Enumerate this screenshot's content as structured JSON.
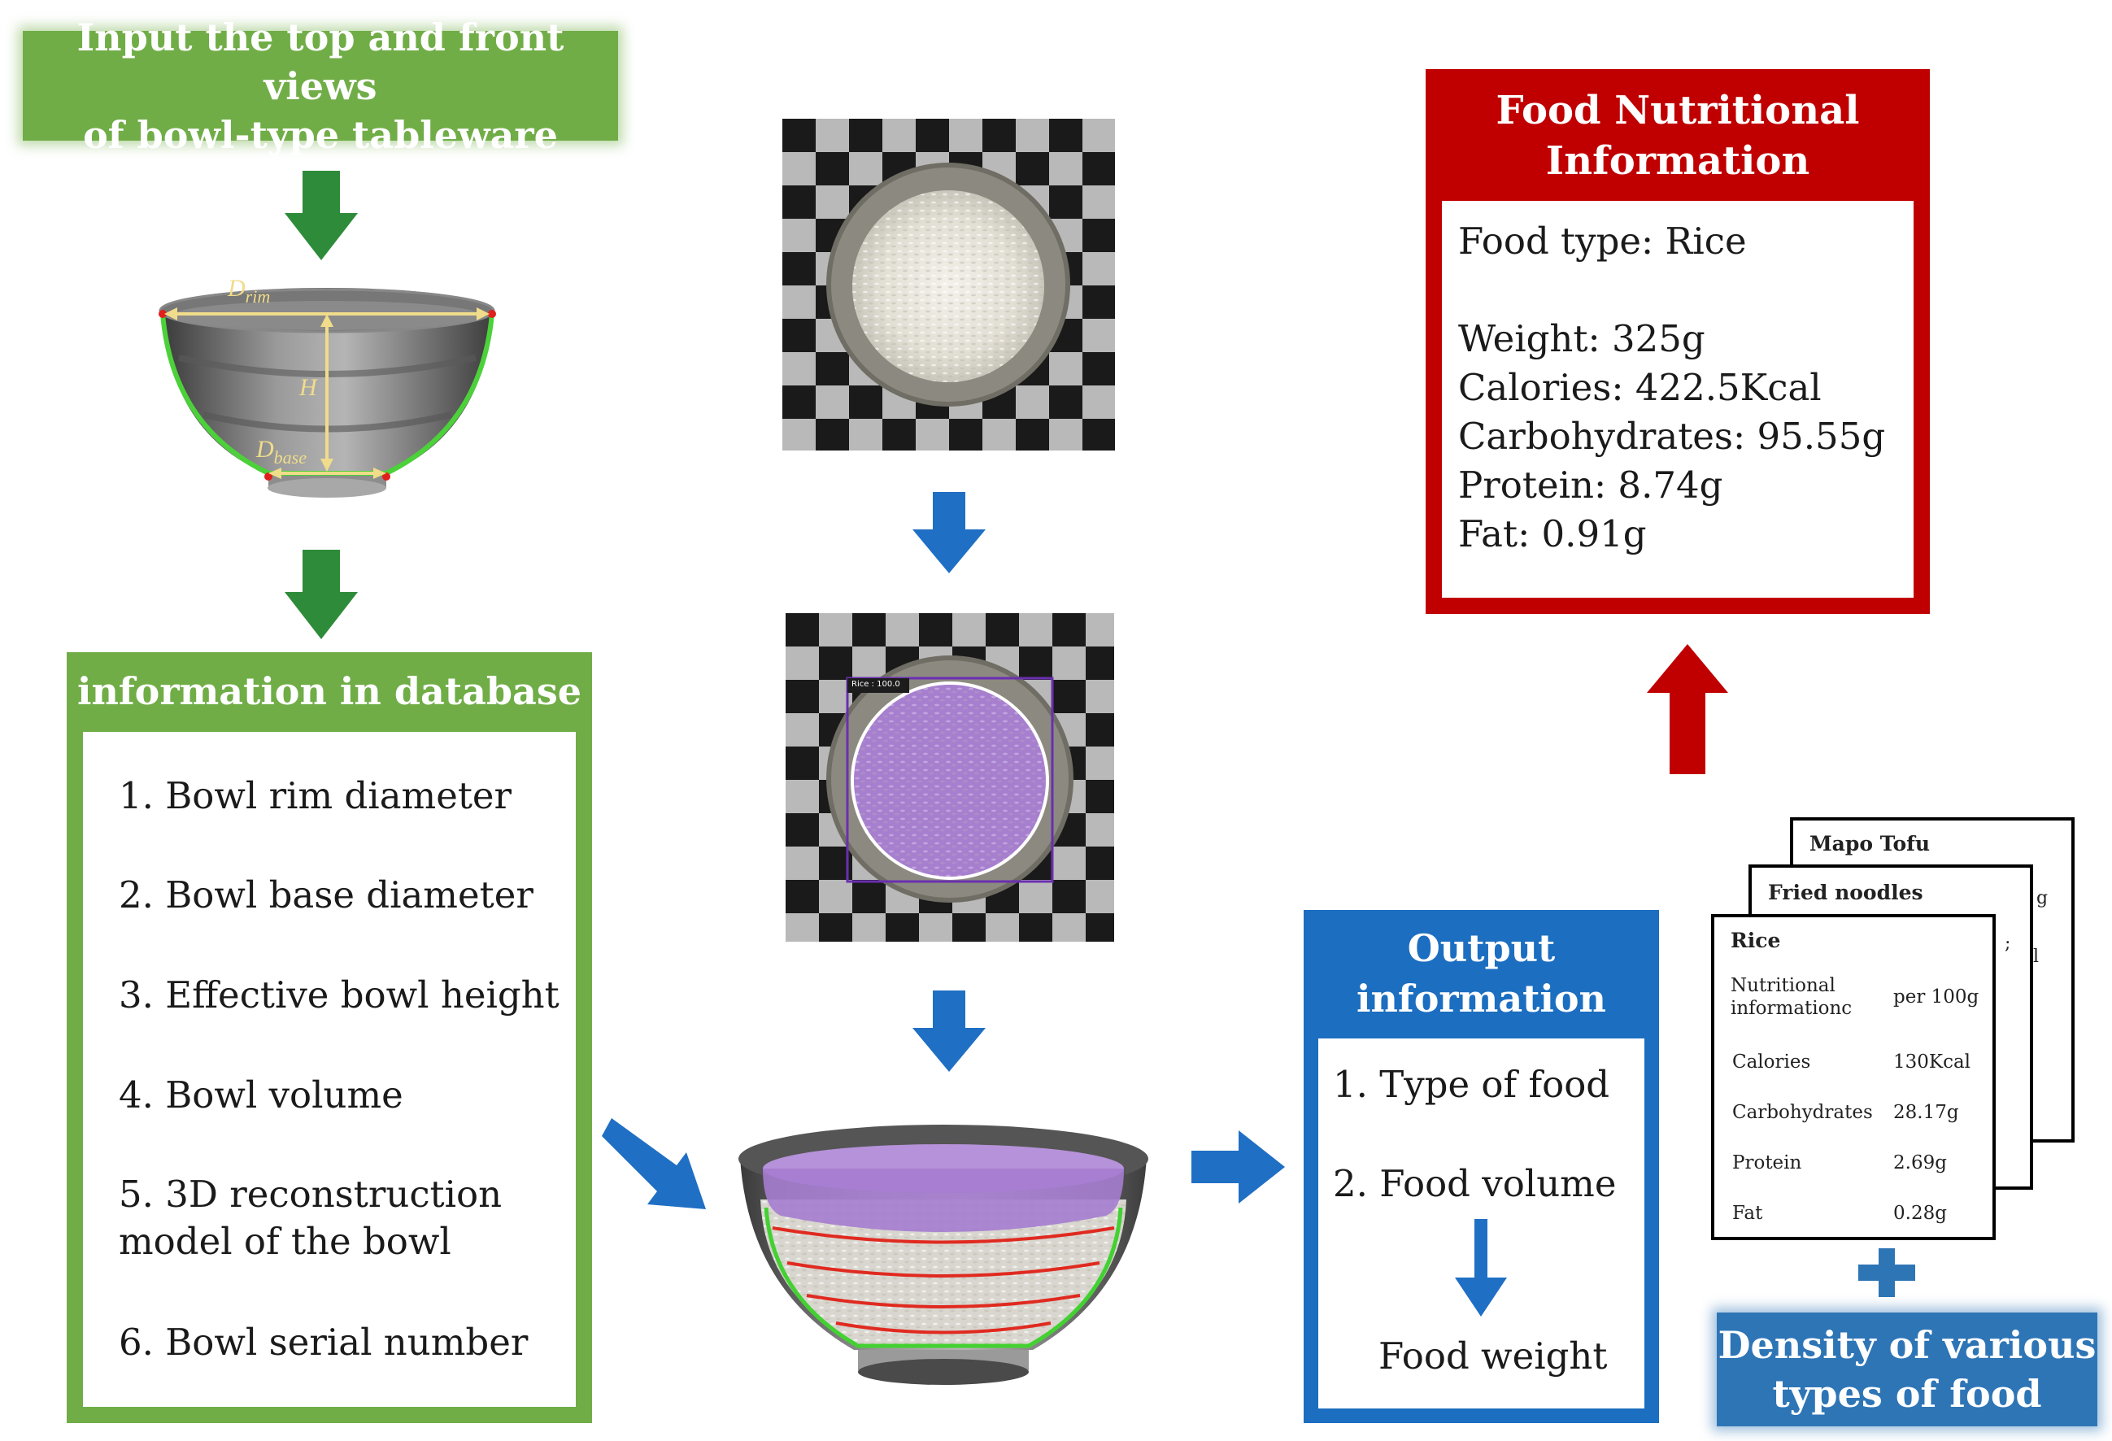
{
  "input_box": {
    "line1": "Input the top and front views",
    "line2": "of bowl-type tableware"
  },
  "bowl_diagram": {
    "d_rim_label": "D",
    "d_rim_sub": "rim",
    "h_label": "H",
    "d_base_label": "D",
    "d_base_sub": "base"
  },
  "database": {
    "title": "information in database",
    "items": [
      "1. Bowl rim diameter",
      "2. Bowl base diameter",
      "3. Effective bowl height",
      "4. Bowl volume",
      "5. 3D reconstruction",
      "model of the bowl",
      "6. Bowl serial number"
    ]
  },
  "detection_label": "Rice : 100.0",
  "output": {
    "title_line1": "Output",
    "title_line2": "information",
    "item1": "1. Type of food",
    "item2": "2. Food volume",
    "item3": "Food weight"
  },
  "nutrition": {
    "title_line1": "Food Nutritional",
    "title_line2": "Information",
    "food_type": "Food type: Rice",
    "weight": "Weight: 325g",
    "calories": "Calories: 422.5Kcal",
    "carbs": "Carbohydrates: 95.55g",
    "protein": "Protein: 8.74g",
    "fat": "Fat: 0.91g"
  },
  "cards": {
    "back_title": "Mapo Tofu",
    "middle_title": "Fried noodles",
    "middle_peek1": "g",
    "middle_peek2": ";",
    "middle_peek3": "l",
    "front": {
      "title": "Rice",
      "header_left1": "Nutritional",
      "header_left2": "informationc",
      "header_right": "per 100g",
      "rows": [
        {
          "label": "Calories",
          "value": "130Kcal"
        },
        {
          "label": "Carbohydrates",
          "value": "28.17g"
        },
        {
          "label": "Protein",
          "value": "2.69g"
        },
        {
          "label": "Fat",
          "value": "0.28g"
        }
      ]
    }
  },
  "density_box": {
    "line1": "Density of various",
    "line2": "types of food"
  },
  "colors": {
    "green": "#70ad47",
    "arrow_green": "#2e8b3a",
    "blue": "#1c6ec0",
    "arrow_blue": "#1f6fc4",
    "red": "#c00000",
    "purple_mask": "#9b6fc2"
  }
}
